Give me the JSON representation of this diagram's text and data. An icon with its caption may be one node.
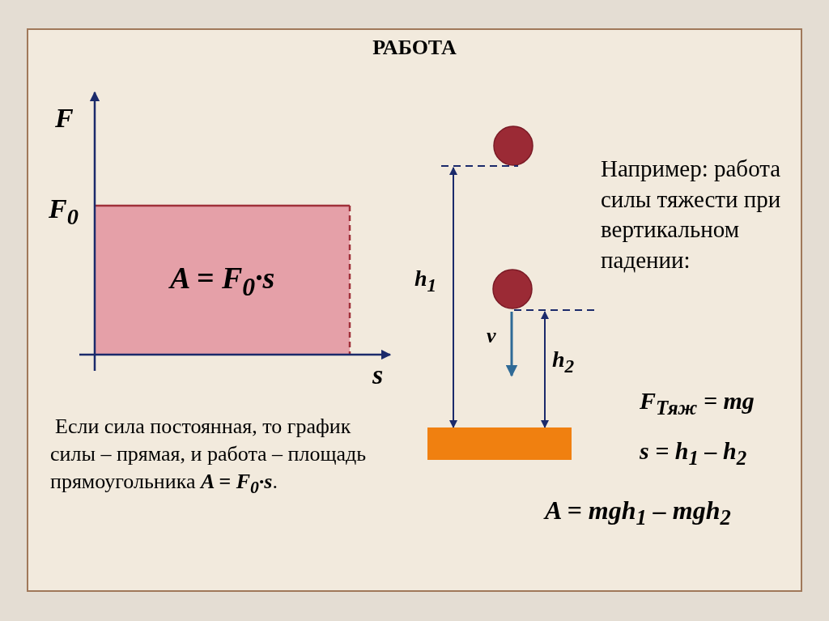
{
  "diagram": {
    "title": "РАБОТА",
    "labels": [
      "F",
      "F$_{0}$",
      "A = F$_{0}$·s",
      "s",
      "h$_{1}$",
      "v",
      "h$_{2}$",
      "Например: работа силы тяжести при вертикальном падении:",
      "F$_{Тяж}$ = mg",
      "s = h$_{1}$ – h$_{2}$",
      "A = mgh$_{1}$ – mgh$_{2}$",
      "Если сила постоянная, то график силы – прямая, и работа – площадь прямоугольника **A = F$_{0}$·s**."
    ]
  }
}
